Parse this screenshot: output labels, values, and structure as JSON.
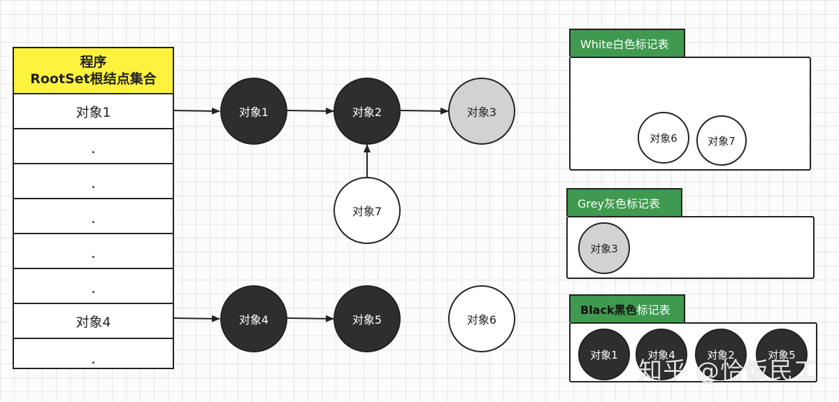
{
  "root_table": {
    "header_line1": "程序",
    "header_line2": "RootSet根结点集合",
    "rows": [
      "对象1",
      ".",
      ".",
      ".",
      ".",
      ".",
      "对象4",
      "."
    ]
  },
  "graph": {
    "obj1": "对象1",
    "obj2": "对象2",
    "obj3": "对象3",
    "obj7": "对象7",
    "obj4": "对象4",
    "obj5": "对象5",
    "obj6": "对象6"
  },
  "panels": {
    "white": {
      "title_en": "White白色",
      "title_rest": "标记表",
      "items": [
        "对象6",
        "对象7"
      ]
    },
    "grey": {
      "title_en": "Grey灰色",
      "title_rest": "标记表",
      "items": [
        "对象3"
      ]
    },
    "black": {
      "title_en": "Black黑色",
      "title_rest": "标记表",
      "items": [
        "对象1",
        "对象4",
        "对象2",
        "对象5"
      ]
    }
  },
  "colors": {
    "black_node": "#2e2e2e",
    "grey_node": "#d2d2d2",
    "white_node": "#ffffff",
    "header_yellow": "#fff23f",
    "tab_green": "#3f9a4f"
  },
  "watermark": "知乎 @恰饭民工"
}
